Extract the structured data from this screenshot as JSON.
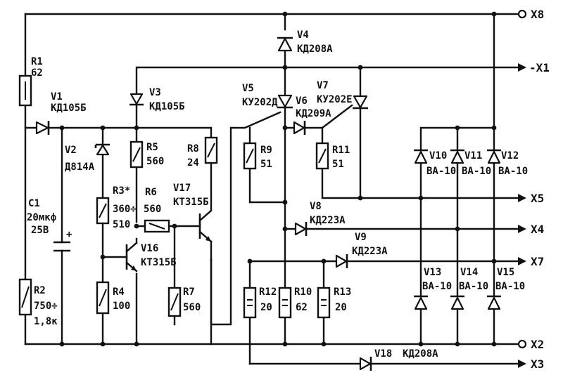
{
  "terminals": {
    "x8": "X8",
    "x1": "-X1",
    "x5": "X5",
    "x4": "X4",
    "x7": "X7",
    "x2": "X2",
    "x3": "X3"
  },
  "components": {
    "r1": {
      "ref": "R1",
      "value": "62"
    },
    "v1": {
      "ref": "V1",
      "value": "КД105Б"
    },
    "v2": {
      "ref": "V2",
      "value": "Д814А"
    },
    "c1": {
      "ref": "C1",
      "value": "20мкф",
      "value2": "25В",
      "polarity": "+"
    },
    "r2": {
      "ref": "R2",
      "value": "750÷",
      "value2": "1,8к"
    },
    "v3": {
      "ref": "V3",
      "value": "КД105Б"
    },
    "r3": {
      "ref": "R3*",
      "value": "360÷",
      "value2": "510"
    },
    "r4": {
      "ref": "R4",
      "value": "100"
    },
    "r5": {
      "ref": "R5",
      "value": "560"
    },
    "r6": {
      "ref": "R6",
      "value": "560"
    },
    "v16": {
      "ref": "V16",
      "value": "КТ315Б"
    },
    "r7": {
      "ref": "R7",
      "value": "560"
    },
    "r8": {
      "ref": "R8",
      "value": "24"
    },
    "v17": {
      "ref": "V17",
      "value": "КТ315Б"
    },
    "v4": {
      "ref": "V4",
      "value": "КД208А"
    },
    "v5": {
      "ref": "V5",
      "value": "КУ202Д"
    },
    "v6": {
      "ref": "V6",
      "value": "КД209А"
    },
    "v7": {
      "ref": "V7",
      "value": "КУ202Е"
    },
    "r9": {
      "ref": "R9",
      "value": "51"
    },
    "r11": {
      "ref": "R11",
      "value": "51"
    },
    "v8": {
      "ref": "V8",
      "value": "КД223А"
    },
    "v9": {
      "ref": "V9",
      "value": "КД223А"
    },
    "r12": {
      "ref": "R12",
      "value": "20"
    },
    "r10": {
      "ref": "R10",
      "value": "62"
    },
    "r13": {
      "ref": "R13",
      "value": "20"
    },
    "v10": {
      "ref": "V10",
      "value": "ВА-10"
    },
    "v11": {
      "ref": "V11",
      "value": "ВА-10"
    },
    "v12": {
      "ref": "V12",
      "value": "ВА-10"
    },
    "v13": {
      "ref": "V13",
      "value": "ВА-10"
    },
    "v14": {
      "ref": "V14",
      "value": "ВА-10"
    },
    "v15": {
      "ref": "V15",
      "value": "ВА-10"
    },
    "v18": {
      "ref": "V18",
      "value": "КД208А"
    }
  }
}
